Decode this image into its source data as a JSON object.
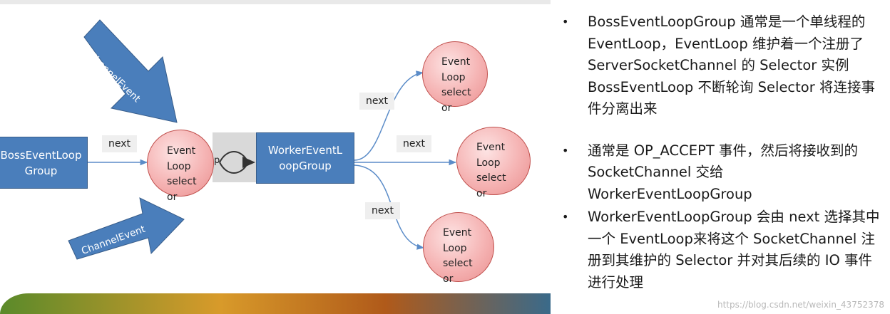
{
  "diagram": {
    "boss_group": "BossEventLoop\nGroup",
    "worker_group": "WorkerEventL\noopGroup",
    "event_loop_text": "Event\nLoop\nselect\nor",
    "edge_labels": {
      "next_boss": "next",
      "next_top": "next",
      "next_mid": "next",
      "next_bottom": "next"
    },
    "channel_event_top": "ChannelEvent",
    "channel_event_bottom": "ChannelEvent",
    "small_p": "p"
  },
  "bullets": [
    "BossEventLoopGroup 通常是一个单线程的 EventLoop，EventLoop 维护着一个注册了ServerSocketChannel 的 Selector 实例BossEventLoop 不断轮询 Selector 将连接事件分离出来",
    "通常是 OP_ACCEPT 事件，然后将接收到的 SocketChannel 交给 WorkerEventLoopGroup",
    "WorkerEventLoopGroup 会由 next 选择其中一个 EventLoop来将这个 SocketChannel 注册到其维护的 Selector 并对其后续的 IO 事件进行处理"
  ],
  "bullet_symbol": "•",
  "watermark": "https://blog.csdn.net/weixin_43752378",
  "colors": {
    "box": "#4a7ebb",
    "circle": "#f5b3b3",
    "arrow": "#4a7ebb"
  }
}
